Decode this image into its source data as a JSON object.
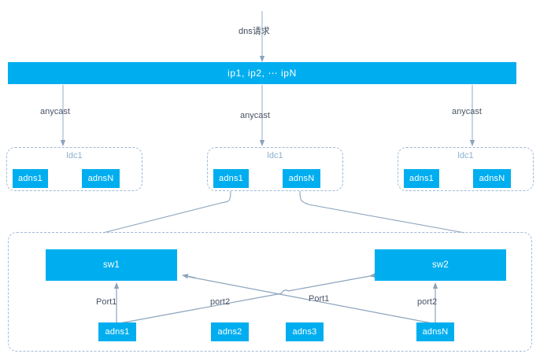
{
  "diagram": {
    "title": "dns anycast adns topology",
    "colors": {
      "node_fill": "#00AEEF",
      "node_text": "#FFFFFF",
      "group_border": "#9FBAD6",
      "group_label": "#8FB0CF",
      "connector": "#8CA3BC",
      "label_text": "#4A5568"
    }
  },
  "top": {
    "request_label": "dns请求",
    "ip_bar_label": "ip1, ip2, ⋯ ipN"
  },
  "anycast_labels": [
    {
      "text": "anycast"
    },
    {
      "text": "anycast"
    },
    {
      "text": "anycast"
    }
  ],
  "ldc_groups": [
    {
      "label": "ldc1",
      "nodes": [
        {
          "label": "adns1"
        },
        {
          "label": "adnsN"
        }
      ]
    },
    {
      "label": "ldc1",
      "nodes": [
        {
          "label": "adns1"
        },
        {
          "label": "adnsN"
        }
      ]
    },
    {
      "label": "ldc1",
      "nodes": [
        {
          "label": "adns1"
        },
        {
          "label": "adnsN"
        }
      ]
    }
  ],
  "detail_group": {
    "switches": [
      {
        "label": "sw1"
      },
      {
        "label": "sw2"
      }
    ],
    "port_labels": [
      {
        "text": "Port1"
      },
      {
        "text": "port2"
      },
      {
        "text": "Port1"
      },
      {
        "text": "port2"
      }
    ],
    "adns_nodes": [
      {
        "label": "adns1"
      },
      {
        "label": "adns2"
      },
      {
        "label": "adns3"
      },
      {
        "label": "adnsN"
      }
    ]
  }
}
